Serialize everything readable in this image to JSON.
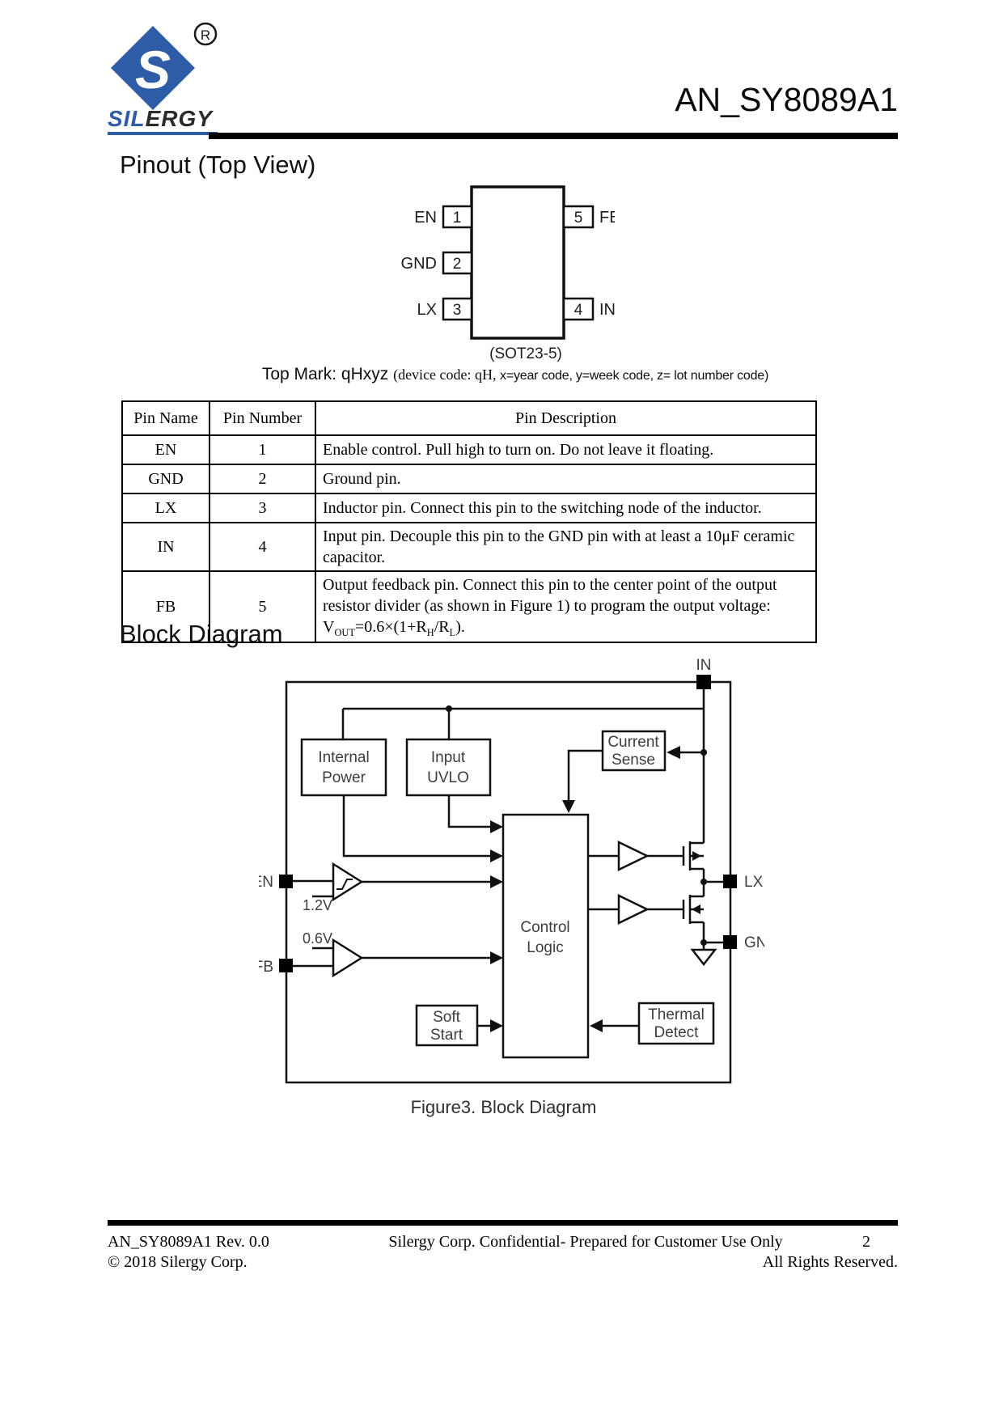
{
  "header": {
    "title": "AN_SY8089A1",
    "logo_s": "S",
    "logo_registered": "R",
    "logo_text_blue": "SIL",
    "logo_text_dark": "ERGY"
  },
  "pinout": {
    "heading": "Pinout (Top View)",
    "package_caption": "(SOT23-5)",
    "top_mark_label": "Top Mark: qHxyz ",
    "top_mark_note_serif": "(device code: qH, ",
    "top_mark_note_rest": "x=year code, y=week code, z= lot number code)",
    "pins_left": [
      {
        "name": "EN",
        "num": "1"
      },
      {
        "name": "GND",
        "num": "2"
      },
      {
        "name": "LX",
        "num": "3"
      }
    ],
    "pins_right": [
      {
        "name": "FB",
        "num": "5"
      },
      {
        "name": "IN",
        "num": "4"
      }
    ]
  },
  "pin_table": {
    "headers": [
      "Pin Name",
      "Pin Number",
      "Pin Description"
    ],
    "rows": [
      {
        "name": "EN",
        "number": "1",
        "desc": "Enable control. Pull high to turn on. Do not leave it floating."
      },
      {
        "name": "GND",
        "number": "2",
        "desc": "Ground pin."
      },
      {
        "name": "LX",
        "number": "3",
        "desc": "Inductor pin. Connect this pin to the switching node of the inductor."
      },
      {
        "name": "IN",
        "number": "4",
        "desc": "Input pin. Decouple this pin to the GND pin with at least a 10μF ceramic capacitor."
      },
      {
        "name": "FB",
        "number": "5",
        "desc": "Output feedback pin. Connect this pin to the center point of the output resistor divider (as shown in Figure 1) to program the output voltage: V[sub]OUT[/sub]=0.6×(1+R[sub]H[/sub]/R[sub]L[/sub])."
      }
    ]
  },
  "block_diagram": {
    "heading": "Block Diagram",
    "caption": "Figure3. Block Diagram",
    "blocks": {
      "internal_power": [
        "Internal",
        "Power"
      ],
      "input_uvlo": [
        "Input",
        "UVLO"
      ],
      "current_sense": [
        "Current",
        "Sense"
      ],
      "control_logic": [
        "Control",
        "Logic"
      ],
      "soft_start": [
        "Soft",
        "Start"
      ],
      "thermal_detect": [
        "Thermal",
        "Detect"
      ]
    },
    "pins": {
      "in": "IN",
      "en": "EN",
      "fb": "FB",
      "lx": "LX",
      "gnd": "GND"
    },
    "refs": {
      "en_threshold": "1.2V",
      "fb_reference": "0.6V"
    }
  },
  "footer": {
    "doc_rev": "AN_SY8089A1 Rev. 0.0",
    "confidential": "Silergy Corp. Confidential- Prepared for Customer Use Only",
    "page_number": "2",
    "copyright": "© 2018 Silergy Corp.",
    "rights": "All Rights Reserved."
  },
  "colors": {
    "logo_blue": "#2e5ca6",
    "line": "#111111",
    "diagram_text": "#3d3d3d"
  }
}
